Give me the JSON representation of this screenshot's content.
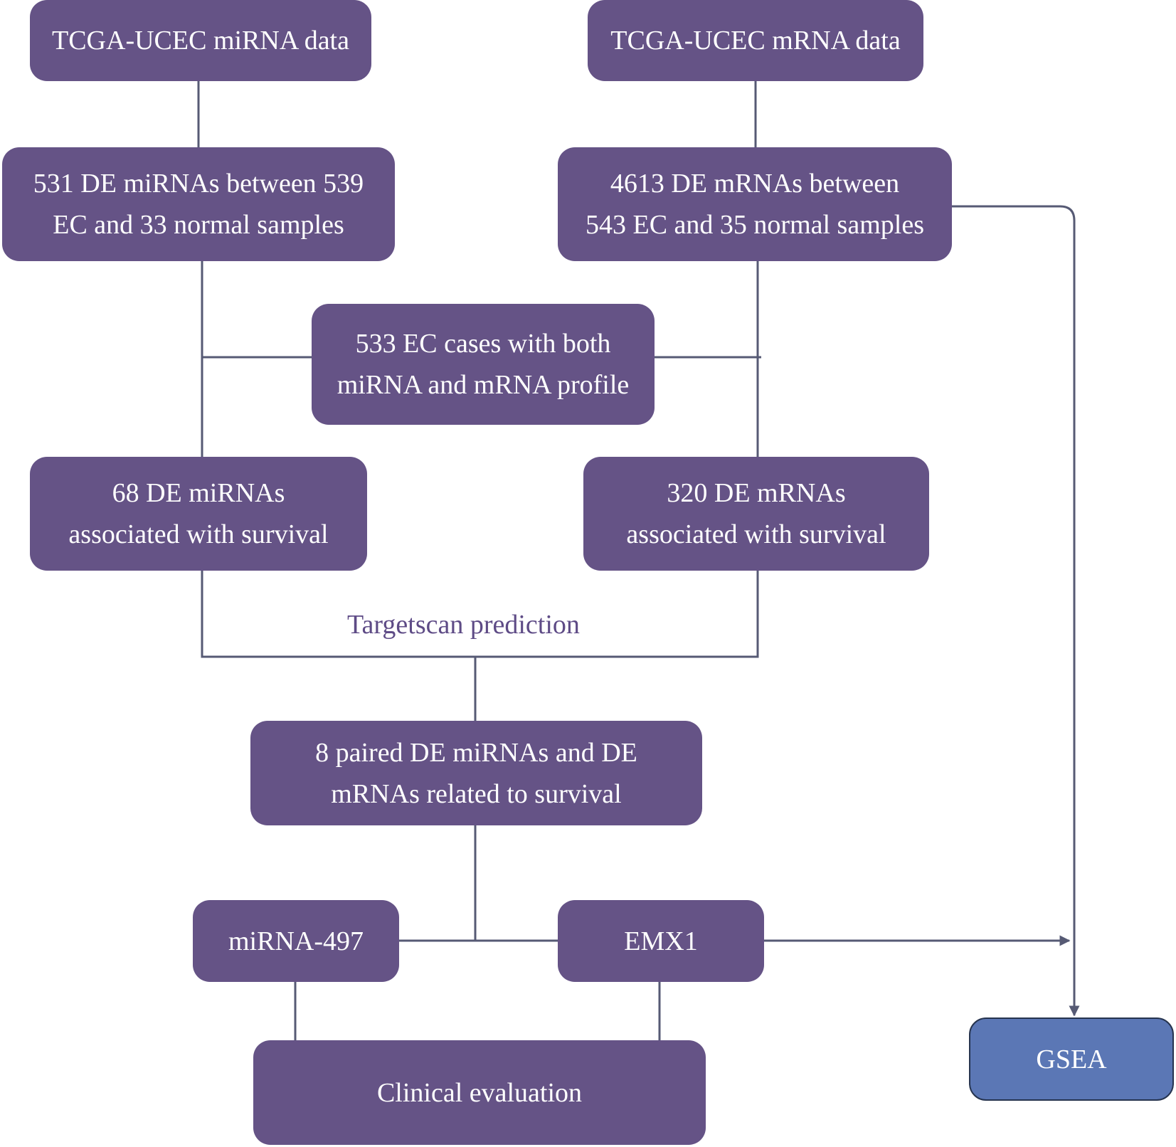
{
  "colors": {
    "box_fill": "#655386",
    "gsea_fill": "#5b77b5",
    "line": "#565a74",
    "label_text": "#5e4b86"
  },
  "boxes": {
    "mirna_data": {
      "text": "TCGA-UCEC miRNA data"
    },
    "mrna_data": {
      "text": "TCGA-UCEC mRNA data"
    },
    "de_mirnas": {
      "line1": "531 DE miRNAs between 539",
      "line2": "EC and 33 normal samples"
    },
    "de_mrnas": {
      "line1": "4613 DE mRNAs between",
      "line2": "543 EC and 35 normal samples"
    },
    "ec_cases": {
      "line1": "533 EC cases with both",
      "line2": "miRNA and mRNA profile"
    },
    "surv_mirnas": {
      "line1": "68 DE miRNAs",
      "line2": "associated with survival"
    },
    "surv_mrnas": {
      "line1": "320 DE mRNAs",
      "line2": "associated with survival"
    },
    "paired": {
      "line1": "8 paired DE miRNAs and DE",
      "line2": "mRNAs related to survival"
    },
    "mirna497": {
      "text": "miRNA-497"
    },
    "emx1": {
      "text": "EMX1"
    },
    "clinical": {
      "text": "Clinical evaluation"
    },
    "gsea": {
      "text": "GSEA"
    }
  },
  "labels": {
    "targetscan": "Targetscan prediction"
  }
}
